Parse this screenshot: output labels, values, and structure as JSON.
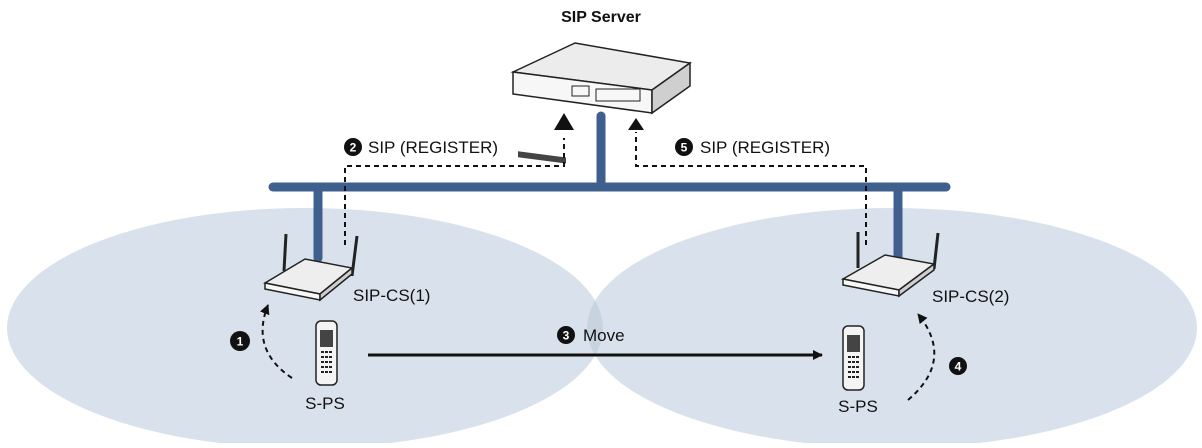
{
  "server": {
    "label": "SIP Server"
  },
  "register_left": {
    "step": "2",
    "label": "SIP (REGISTER)"
  },
  "register_right": {
    "step": "5",
    "label": "SIP (REGISTER)"
  },
  "cs1": {
    "label": "SIP-CS(1)"
  },
  "cs2": {
    "label": "SIP-CS(2)"
  },
  "ps_left": {
    "label": "S-PS"
  },
  "ps_right": {
    "label": "S-PS"
  },
  "step1": {
    "step": "1"
  },
  "move": {
    "step": "3",
    "label": "Move"
  },
  "step4": {
    "step": "4"
  },
  "colors": {
    "network_bus": "#3f5f8e",
    "coverage_area": "#d9e2ec",
    "coverage_overlap": "#c7d3df",
    "badge": "#111111"
  }
}
